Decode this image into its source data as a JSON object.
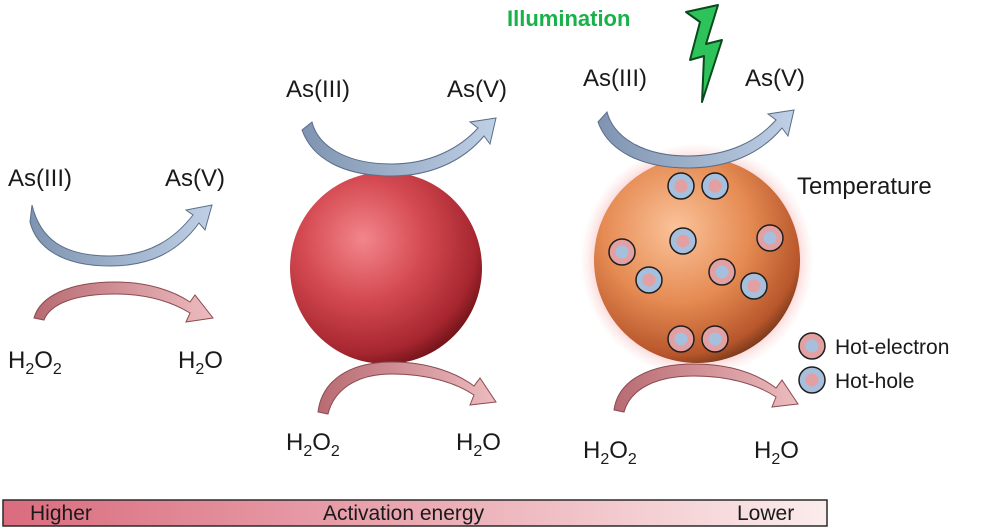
{
  "illumination": "Illumination",
  "panels": [
    {
      "reactant_top": "As(III)",
      "product_top": "As(V)",
      "reactant_bottom": "H2O2",
      "product_bottom": "H2O"
    },
    {
      "reactant_top": "As(III)",
      "product_top": "As(V)",
      "reactant_bottom": "H2O2",
      "product_bottom": "H2O"
    },
    {
      "reactant_top": "As(III)",
      "product_top": "As(V)",
      "reactant_bottom": "H2O2",
      "product_bottom": "H2O"
    }
  ],
  "temperature": "Temperature",
  "legend": {
    "electron": "Hot-electron",
    "hole": "Hot-hole"
  },
  "energy_bar": {
    "left": "Higher",
    "center": "Activation energy",
    "right": "Lower"
  },
  "colors": {
    "blue_arrow": "#8ea4bf",
    "red_arrow": "#c98288",
    "sphere": "#d2444c",
    "hot_sphere": "#e58a52",
    "hot_glow": "#f7a5a5",
    "electron": "#e3a0a3",
    "hole": "#a6bfdd",
    "illumination": "#19b14a"
  }
}
